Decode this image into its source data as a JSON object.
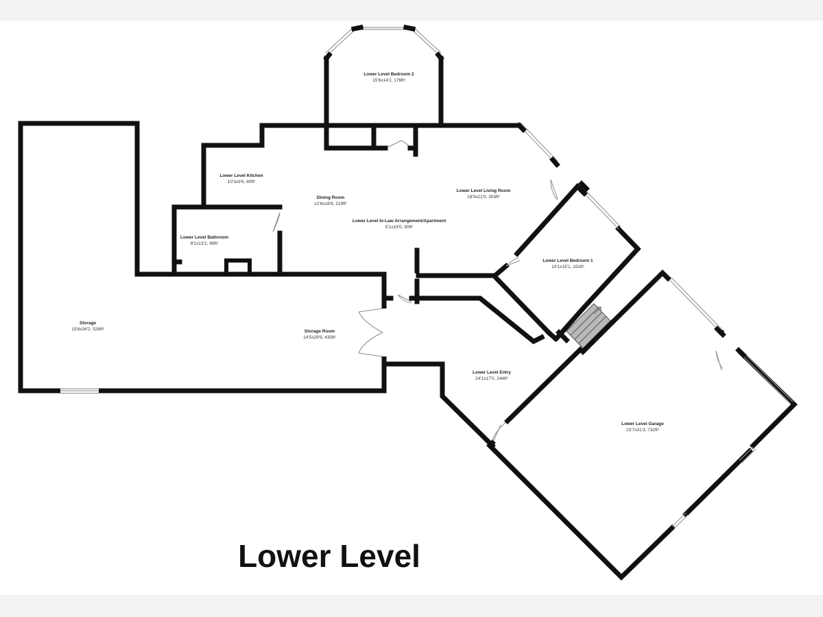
{
  "level_title": "Lower Level",
  "rooms": [
    {
      "id": "bedroom-2",
      "name": "Lower Level Bedroom 2",
      "dims": "15'6x14'2, 176ft²"
    },
    {
      "id": "kitchen",
      "name": "Lower Level Kitchen",
      "dims": "10'3x9'6, 80ft²"
    },
    {
      "id": "dining",
      "name": "Dining Room",
      "dims": "12'6x18'8, 219ft²"
    },
    {
      "id": "living",
      "name": "Lower Level Living Room",
      "dims": "18'0x21'0, 303ft²"
    },
    {
      "id": "in-law",
      "name": "Lower Level In-Law Arrangement/Apartment",
      "dims": "5'1x19'0, 90ft²"
    },
    {
      "id": "bathroom",
      "name": "Lower Level Bathroom",
      "dims": "8'1x13'2, 99ft²"
    },
    {
      "id": "bedroom-1",
      "name": "Lower Level Bedroom 1",
      "dims": "10'1x15'1, 151ft²"
    },
    {
      "id": "storage",
      "name": "Storage",
      "dims": "15'6x34'2, 526ft²"
    },
    {
      "id": "storage-room",
      "name": "Storage Room",
      "dims": "14'5x29'9, 435ft²"
    },
    {
      "id": "entry",
      "name": "Lower Level Entry",
      "dims": "24'1x17'0, 244ft²"
    },
    {
      "id": "garage",
      "name": "Lower Level Garage",
      "dims": "23'7x31'3, 732ft²"
    }
  ]
}
